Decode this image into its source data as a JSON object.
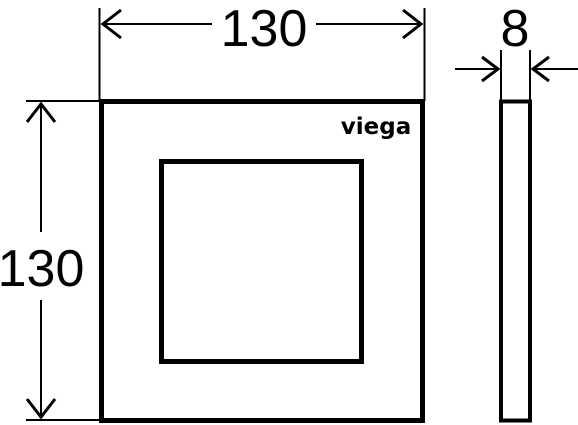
{
  "dimensions": {
    "width": "130",
    "height": "130",
    "depth": "8"
  },
  "brand": {
    "logo_text": "viega"
  },
  "colors": {
    "line": "#000000",
    "background": "#ffffff"
  }
}
